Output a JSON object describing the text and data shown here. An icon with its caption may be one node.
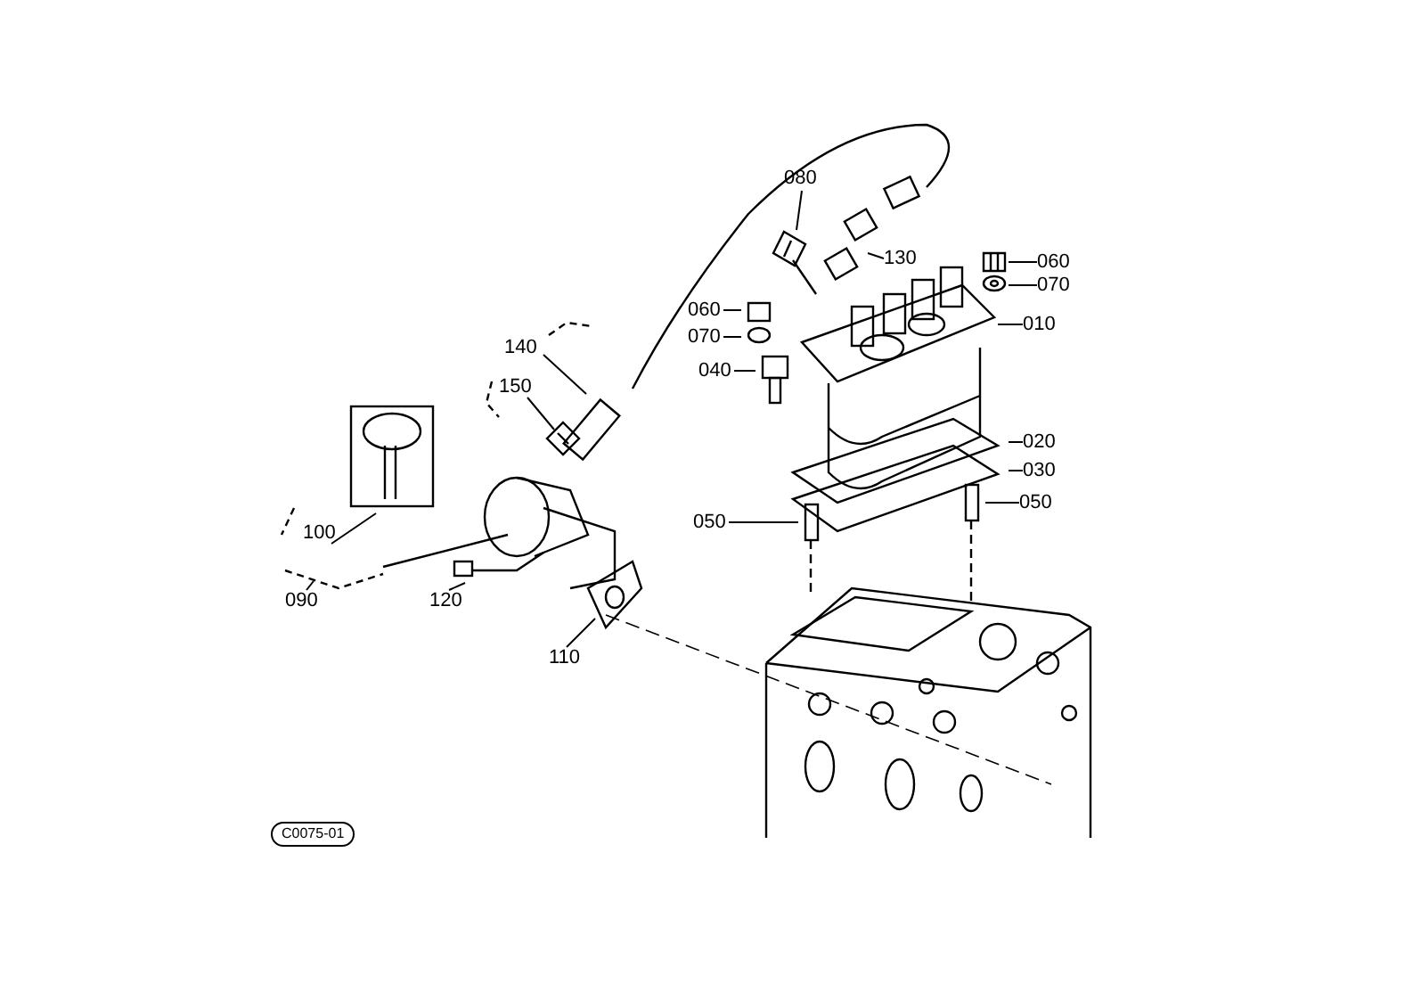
{
  "diagram": {
    "nodes": [
      {
        "text": [
          "080"
        ]
      },
      {
        "text": [
          "130"
        ]
      },
      {
        "text": [
          "060"
        ]
      },
      {
        "text": [
          "070"
        ]
      },
      {
        "text": [
          "060"
        ]
      },
      {
        "text": [
          "010"
        ]
      },
      {
        "text": [
          "070"
        ]
      },
      {
        "text": [
          "140"
        ]
      },
      {
        "text": [
          "040"
        ]
      },
      {
        "text": [
          "150"
        ]
      },
      {
        "text": [
          "020"
        ]
      },
      {
        "text": [
          "030"
        ]
      },
      {
        "text": [
          "050"
        ]
      },
      {
        "text": [
          "050"
        ]
      },
      {
        "text": [
          "100"
        ]
      },
      {
        "text": [
          "090"
        ]
      },
      {
        "text": [
          "120"
        ]
      },
      {
        "text": [
          "110"
        ]
      },
      {
        "text": [],
        "shape": "picture"
      },
      {
        "text": [],
        "shape": "picture"
      },
      {
        "text": [],
        "shape": "picture"
      },
      {
        "text": [],
        "shape": "picture"
      }
    ],
    "edges": [
      {
        "from": 0,
        "to": 18,
        "arrow": "none"
      },
      {
        "from": 1,
        "to": null,
        "arrow": "none"
      },
      {
        "from": 2,
        "to": 19,
        "arrow": "none"
      },
      {
        "from": 3,
        "to": 20,
        "arrow": "none"
      },
      {
        "from": 4,
        "to": null,
        "arrow": "none"
      },
      {
        "from": 5,
        "to": null,
        "arrow": "none"
      },
      {
        "from": 6,
        "to": null,
        "arrow": "none"
      },
      {
        "from": 7,
        "to": null,
        "arrow": "none"
      },
      {
        "from": 8,
        "to": null,
        "arrow": "none"
      },
      {
        "from": 9,
        "to": 21,
        "arrow": "none"
      },
      {
        "from": 10,
        "to": null,
        "arrow": "none"
      },
      {
        "from": 11,
        "to": null,
        "arrow": "none"
      },
      {
        "from": 12,
        "to": null,
        "arrow": "none"
      },
      {
        "from": 13,
        "to": null,
        "arrow": "none"
      },
      {
        "from": 14,
        "to": null,
        "arrow": "none"
      },
      {
        "from": 15,
        "to": null,
        "arrow": "none"
      },
      {
        "from": 16,
        "to": null,
        "arrow": "none"
      },
      {
        "from": 17,
        "to": null,
        "arrow": "none"
      }
    ],
    "labels": [
      "C0075-01"
    ]
  }
}
